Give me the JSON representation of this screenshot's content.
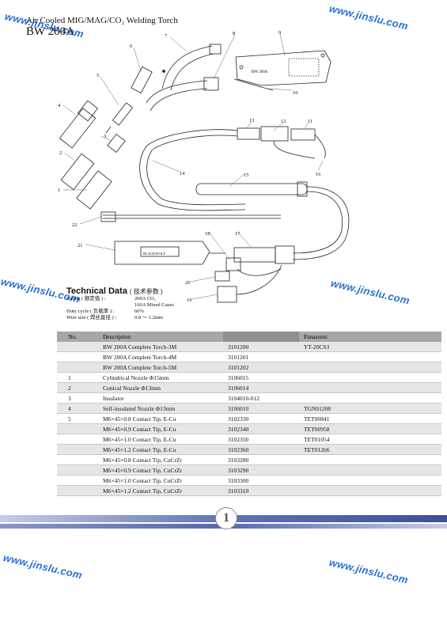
{
  "watermark": "www.jinslu.com",
  "header": {
    "title_line1": "Air Cooled MIG/MAG/CO₂ Welding Torch",
    "title_line2": "BW 200A"
  },
  "diagram": {
    "callouts": [
      "1",
      "2",
      "3",
      "4",
      "5",
      "6",
      "7",
      "8",
      "9",
      "10",
      "11",
      "12",
      "13",
      "14",
      "15",
      "16",
      "17",
      "18",
      "19",
      "20",
      "21",
      "22"
    ],
    "handle_label": "BW 200A",
    "adapter_label": "BLACKWOLF"
  },
  "technical_data": {
    "heading": "Technical Data",
    "heading_cn": "( 技术参数 )",
    "specs": [
      {
        "key": "Rating ( 额定值 ) :",
        "value": "200A CO₂"
      },
      {
        "key": "",
        "value": "160A Mixed Gases"
      },
      {
        "key": "Duty cycle ( 负载率 ) :",
        "value": "60%"
      },
      {
        "key": "Wire size ( 焊丝直径 ) :",
        "value": "0.8 ～ 1.2mm"
      }
    ]
  },
  "parts_table": {
    "headers": [
      "No.",
      "Description",
      "",
      "Panasonic"
    ],
    "rows": [
      [
        "",
        "BW 200A Complete Torch-3M",
        "3101200",
        "YT-20CS3"
      ],
      [
        "",
        "BW 200A Complete Torch-4M",
        "3101201",
        ""
      ],
      [
        "",
        "BW 200A Complete Torch-5M",
        "3101202",
        ""
      ],
      [
        "1",
        "Cylindrical Nozzle Φ15mm",
        "3106015",
        ""
      ],
      [
        "2",
        "Conical Nozzle Φ13mm",
        "3106014",
        ""
      ],
      [
        "3",
        "Insulator",
        "3104010-012",
        ""
      ],
      [
        "4",
        "Self-insulated Nozzle Φ13mm",
        "3106010",
        "TGN01208"
      ],
      [
        "5",
        "M6×45×0.8 Contact Tip, E-Cu",
        "3102330",
        "TET00841"
      ],
      [
        "",
        "M6×45×0.9 Contact Tip, E-Cu",
        "3102340",
        "TET00958"
      ],
      [
        "",
        "M6×45×1.0 Contact Tip, E-Cu",
        "3102350",
        "TET01054"
      ],
      [
        "",
        "M6×45×1.2 Contact Tip, E-Cu",
        "3102360",
        "TET01266"
      ],
      [
        "",
        "M6×45×0.8 Contact Tip, CuCrZr",
        "3103280",
        ""
      ],
      [
        "",
        "M6×45×0.9 Contact Tip, CuCrZr",
        "3103290",
        ""
      ],
      [
        "",
        "M6×45×1.0 Contact Tip, CuCrZr",
        "3103300",
        ""
      ],
      [
        "",
        "M6×45×1.2 Contact Tip, CuCrZr",
        "3103310",
        ""
      ]
    ]
  },
  "footer": {
    "page_number": "1"
  }
}
